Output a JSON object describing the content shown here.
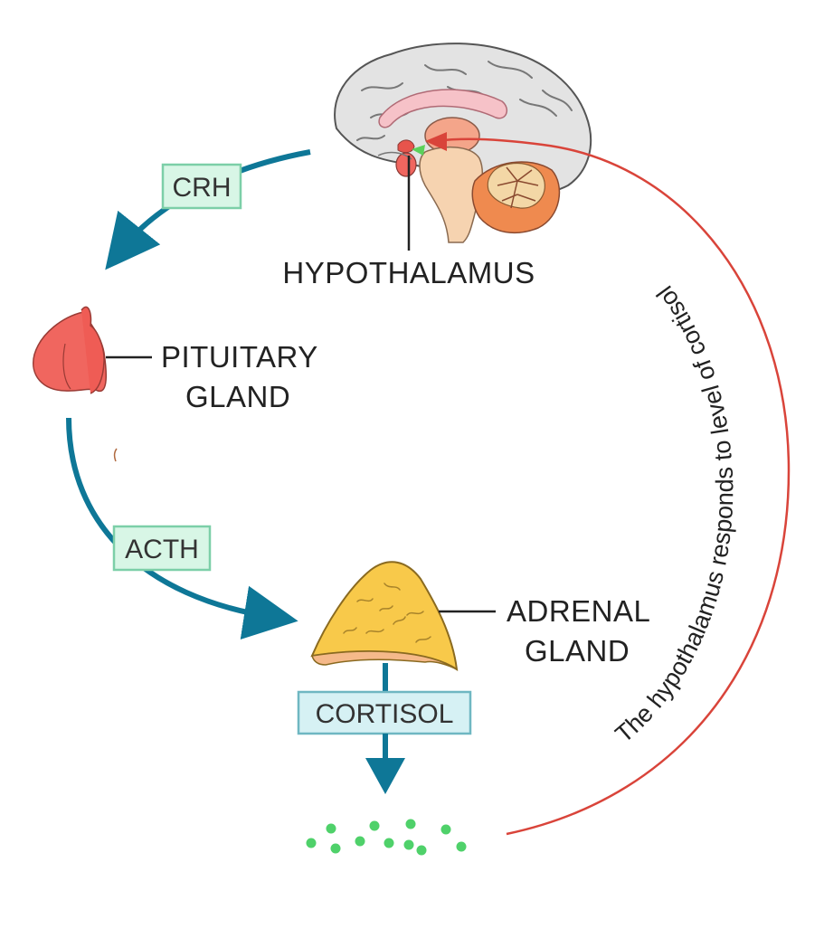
{
  "labels": {
    "hypothalamus": "HYPOTHALAMUS",
    "pituitary_line1": "PITUITARY",
    "pituitary_line2": "GLAND",
    "adrenal_line1": "ADRENAL",
    "adrenal_line2": "GLAND"
  },
  "hormones": {
    "crh": "CRH",
    "acth": "ACTH",
    "cortisol": "CORTISOL"
  },
  "feedback_text": "The hypothalamus responds to level of cortisol",
  "colors": {
    "pathway_arrow": "#0e7797",
    "feedback_line": "#d9443a",
    "hormone_box_fill": "#d8f6e6",
    "hormone_box_stroke": "#7ccfa8",
    "cortisol_box_fill": "#d6f1f4",
    "cortisol_box_stroke": "#6fb7c2",
    "pituitary": "#f0665f",
    "adrenal": "#f8c94a",
    "cortisol_dots": "#4fd16a",
    "brain": "#e2e2e2"
  },
  "icons": [
    "brain-icon",
    "pituitary-gland-icon",
    "adrenal-gland-icon",
    "cortisol-molecules-icon"
  ]
}
